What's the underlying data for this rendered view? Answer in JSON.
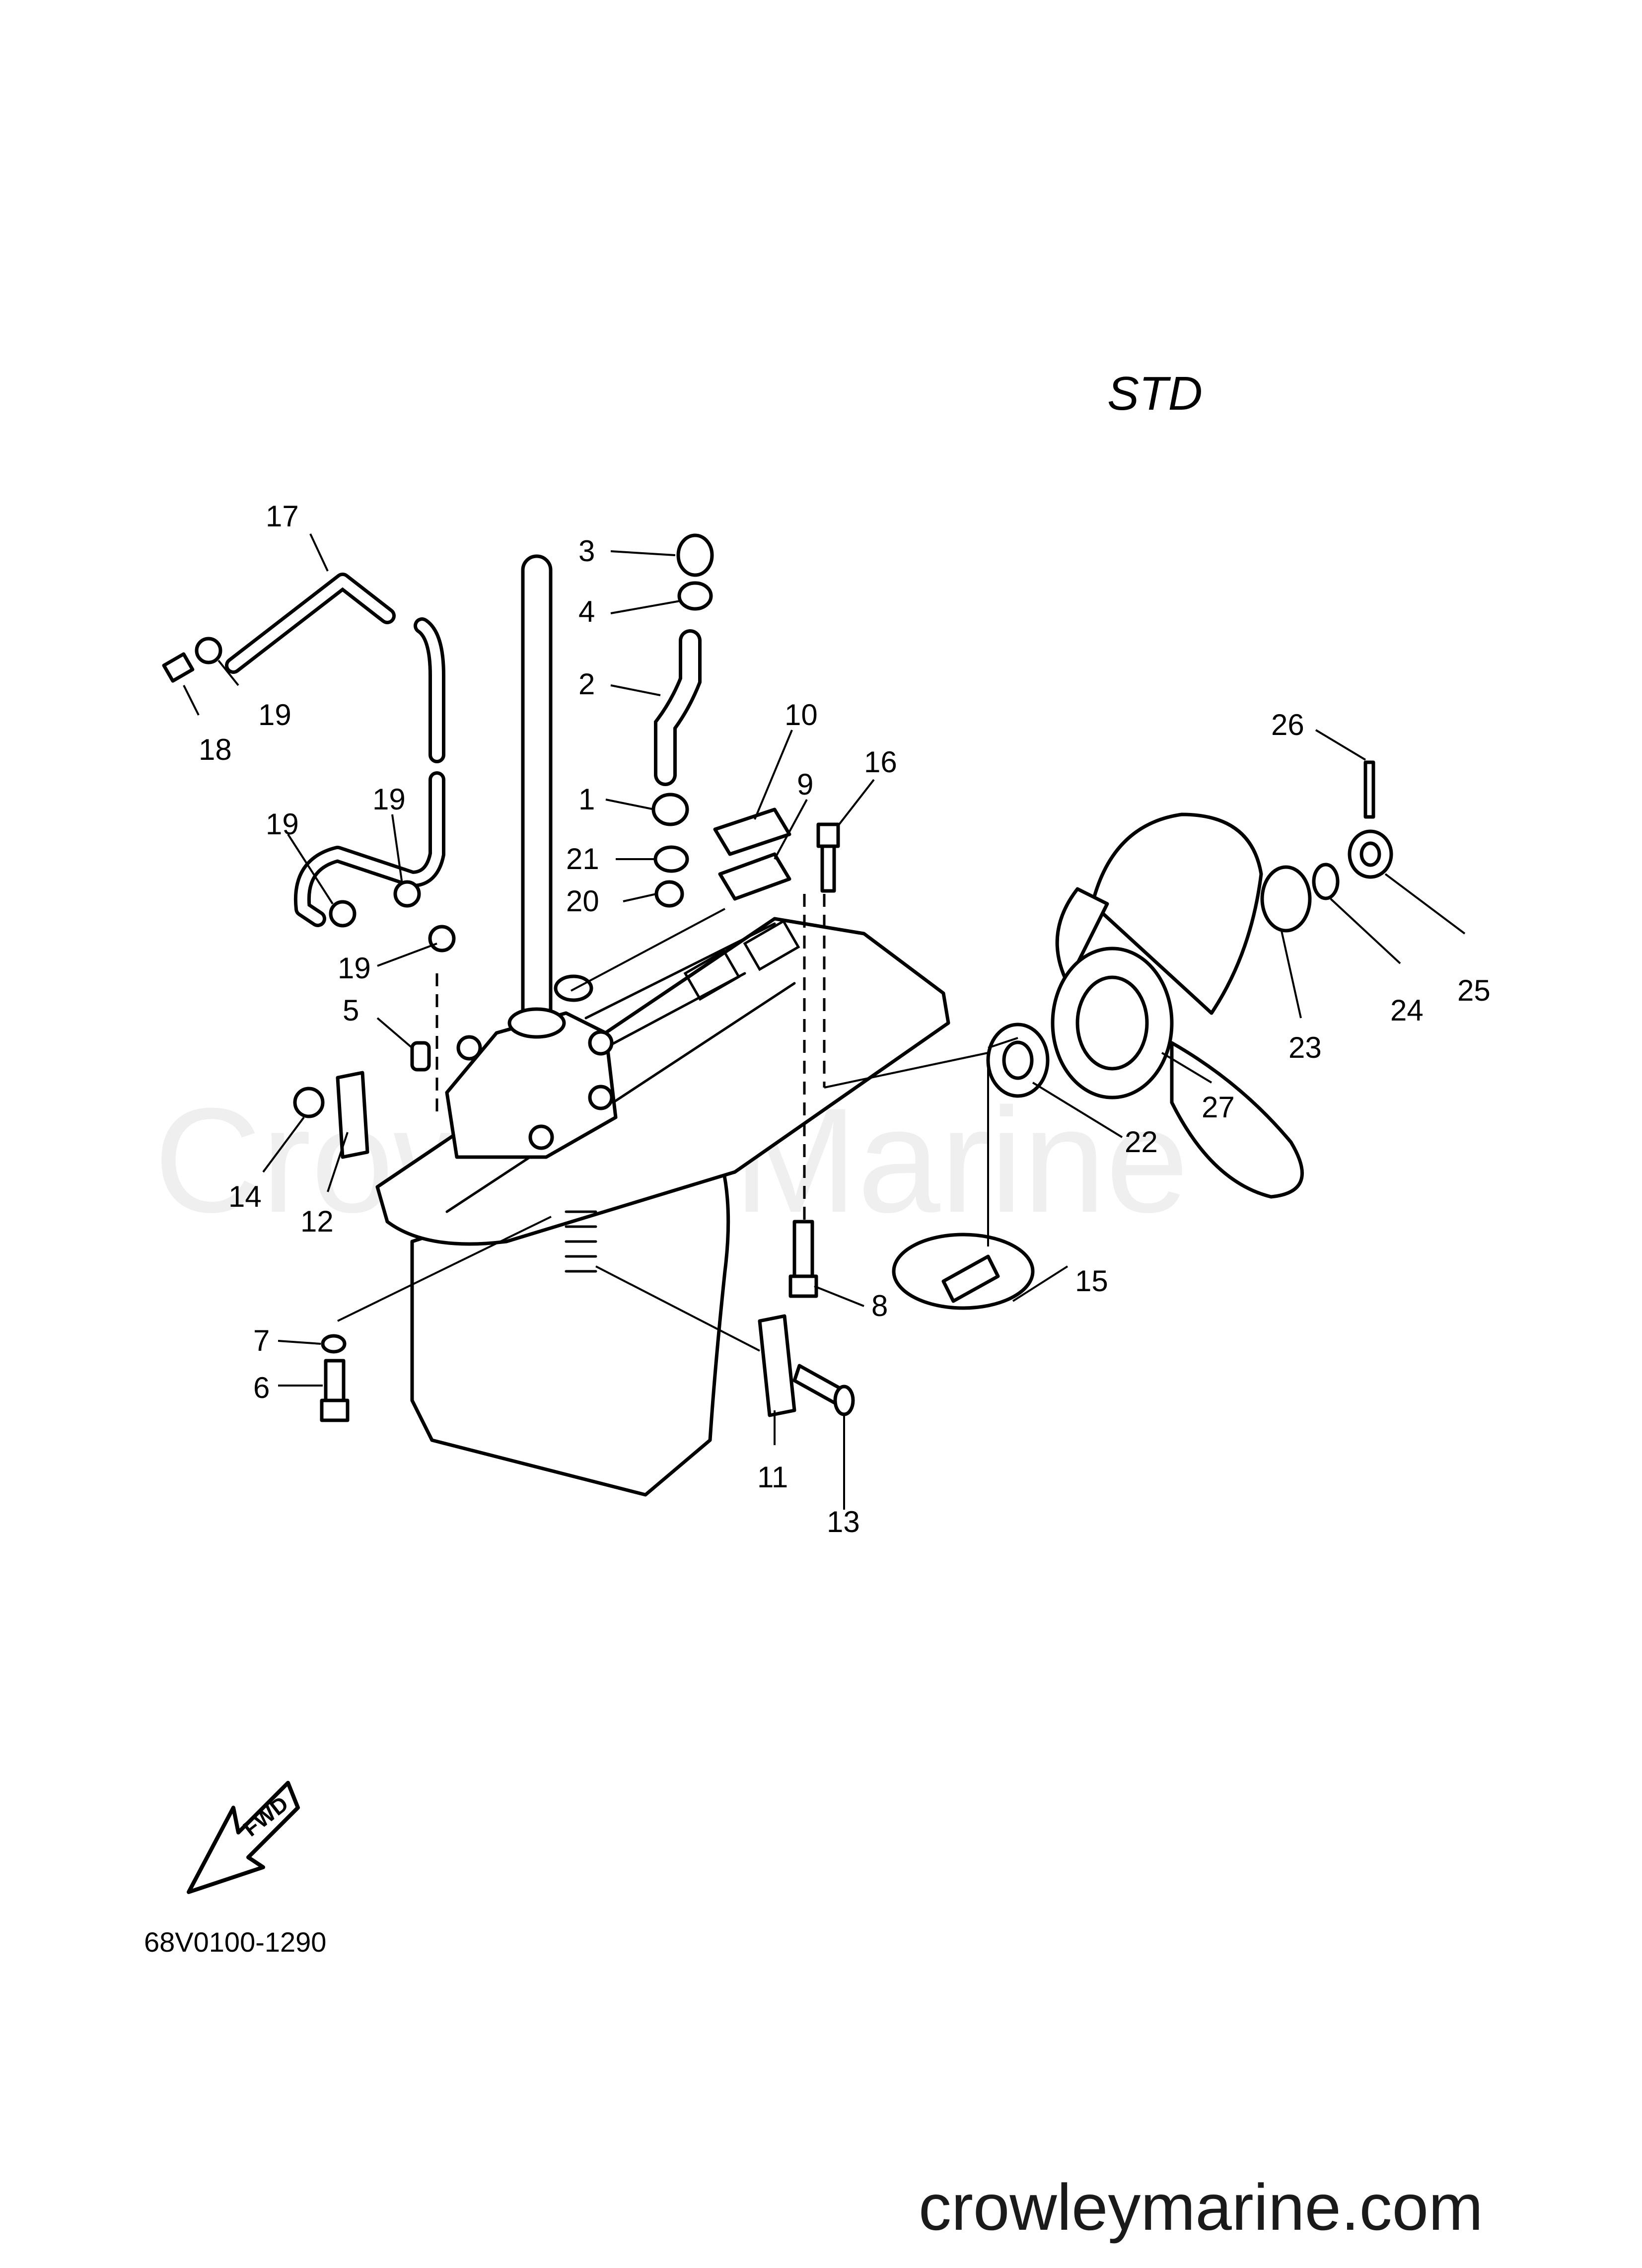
{
  "diagram": {
    "variant_label": "STD",
    "part_code": "68V0100-1290",
    "fwd_label": "FWD",
    "watermark": "Crowley Marine",
    "site_footer": "crowleymarine.com",
    "callouts": [
      "1",
      "2",
      "3",
      "4",
      "5",
      "6",
      "7",
      "8",
      "9",
      "10",
      "11",
      "12",
      "13",
      "14",
      "15",
      "16",
      "17",
      "18",
      "19",
      "20",
      "21",
      "22",
      "23",
      "24",
      "25",
      "26",
      "27"
    ]
  }
}
